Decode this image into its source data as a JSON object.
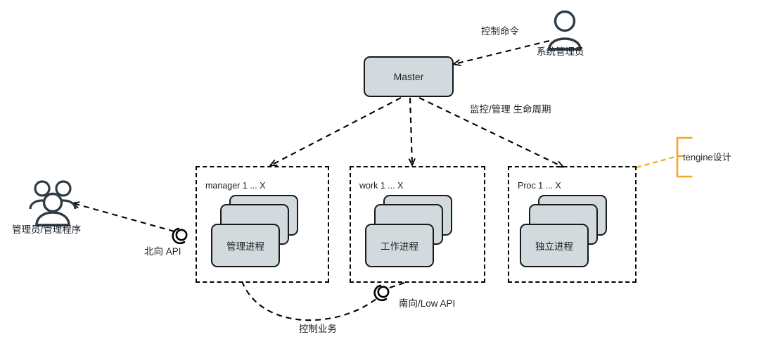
{
  "diagram": {
    "title_actors": {
      "system_admin": "系统管理员",
      "admin_group": "管理员/管理程序"
    },
    "master": {
      "label": "Master"
    },
    "edges": {
      "control_command": "控制命令",
      "monitor_manage_lifecycle": "监控/管理 生命周期",
      "north_api": "北向 API",
      "south_low_api": "南向/Low API",
      "control_business": "控制业务"
    },
    "groups": [
      {
        "title": "manager 1 ... X",
        "process_label": "管理进程",
        "name": "manager-group"
      },
      {
        "title": "work 1 ... X",
        "process_label": "工作进程",
        "name": "work-group"
      },
      {
        "title": "Proc 1 ... X",
        "process_label": "独立进程",
        "name": "proc-group"
      }
    ],
    "annotation": {
      "label": "tengine设计",
      "color": "#f5a623"
    },
    "colors": {
      "node_fill": "#d3dadd",
      "stroke": "#15191c",
      "accent": "#f5a623",
      "background": "#ffffff",
      "actor": "#2f3c46"
    }
  }
}
